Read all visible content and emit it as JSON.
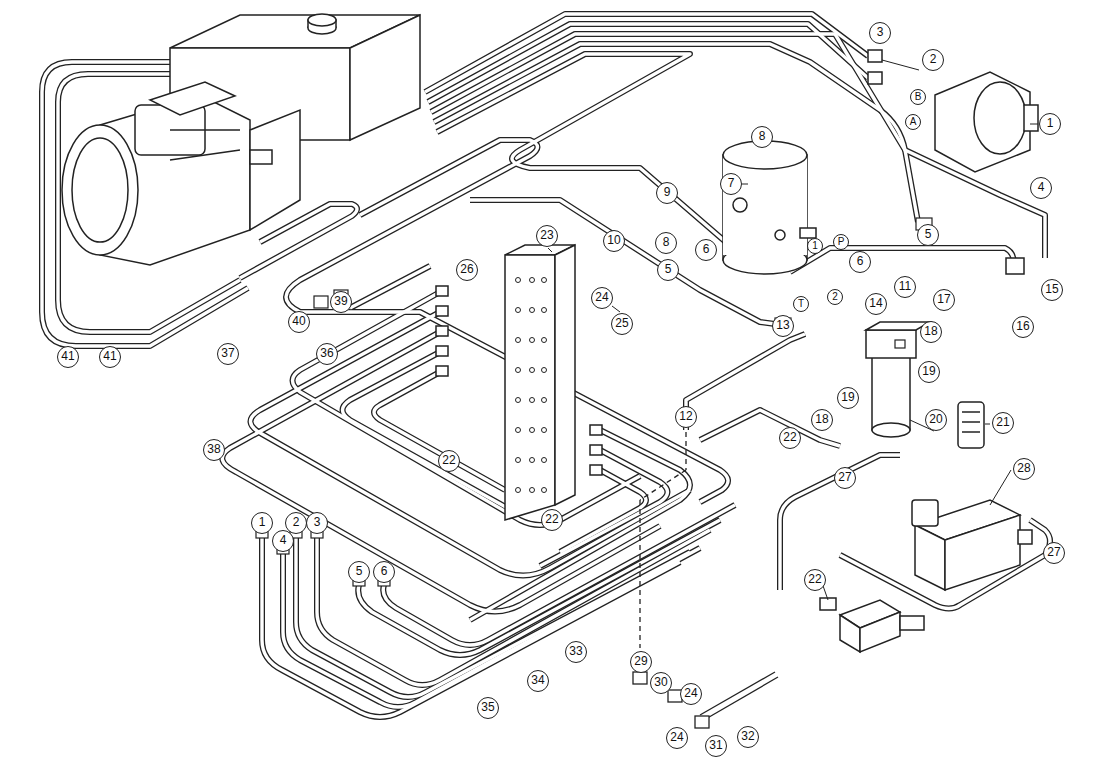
{
  "diagram": {
    "labels": [
      "3",
      "2",
      "B",
      "A",
      "1",
      "8",
      "4",
      "9",
      "7",
      "1",
      "P",
      "5",
      "6",
      "10",
      "8",
      "6",
      "5",
      "2",
      "T",
      "11",
      "17",
      "15",
      "14",
      "16",
      "13",
      "18",
      "19",
      "20",
      "21",
      "18",
      "19",
      "22",
      "23",
      "24",
      "25",
      "26",
      "39",
      "40",
      "41",
      "41",
      "37",
      "36",
      "38",
      "22",
      "22",
      "12",
      "27",
      "28",
      "27",
      "22",
      "1",
      "2",
      "3",
      "4",
      "5",
      "6",
      "33",
      "34",
      "35",
      "29",
      "30",
      "24",
      "24",
      "31",
      "32"
    ]
  }
}
